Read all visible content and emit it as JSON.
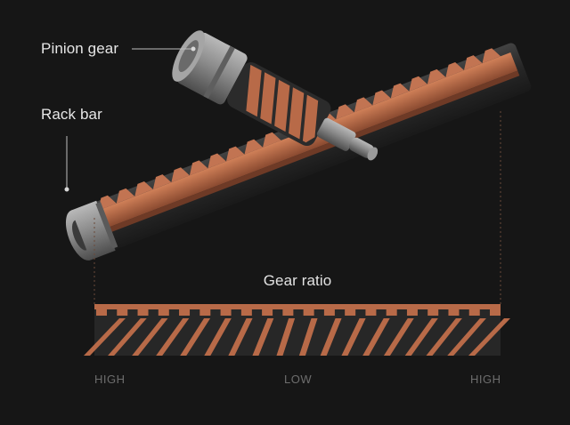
{
  "labels": {
    "pinion": "Pinion gear",
    "rack": "Rack bar",
    "ratio_title": "Gear ratio"
  },
  "ratio_axis": {
    "ticks": [
      "HIGH",
      "LOW",
      "HIGH"
    ]
  },
  "colors": {
    "background": "#161616",
    "copper": "#b86a48",
    "metal": "#8a8a8a",
    "label_text": "#e6e6e6",
    "axis_text": "#6d6d6d"
  }
}
